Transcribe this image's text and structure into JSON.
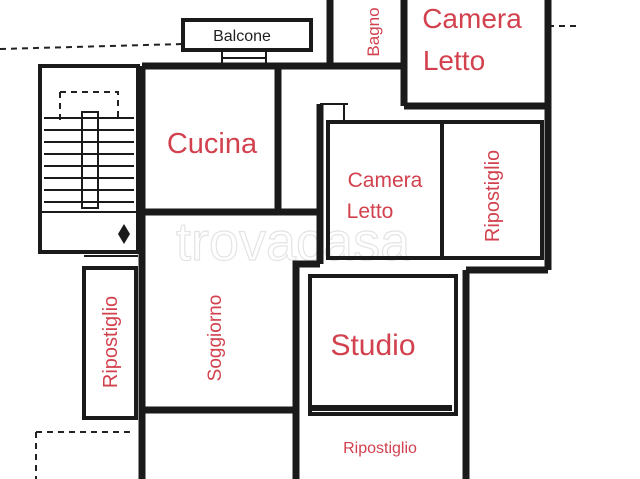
{
  "rooms": {
    "balcone": "Balcone",
    "bagno": "Bagno",
    "camera_letto_top_line1": "Camera",
    "camera_letto_top_line2": "Letto",
    "cucina": "Cucina",
    "camera_letto_mid_line1": "Camera",
    "camera_letto_mid_line2": "Letto",
    "ripostiglio_right": "Ripostiglio",
    "ripostiglio_left": "Ripostiglio",
    "soggiorno": "Soggiorno",
    "studio": "Studio",
    "ripostiglio_bottom": "Ripostiglio"
  },
  "watermark": {
    "logo_text": "trovacasa"
  },
  "colors": {
    "label": "#d2414e",
    "wall": "#1a1a1a"
  }
}
